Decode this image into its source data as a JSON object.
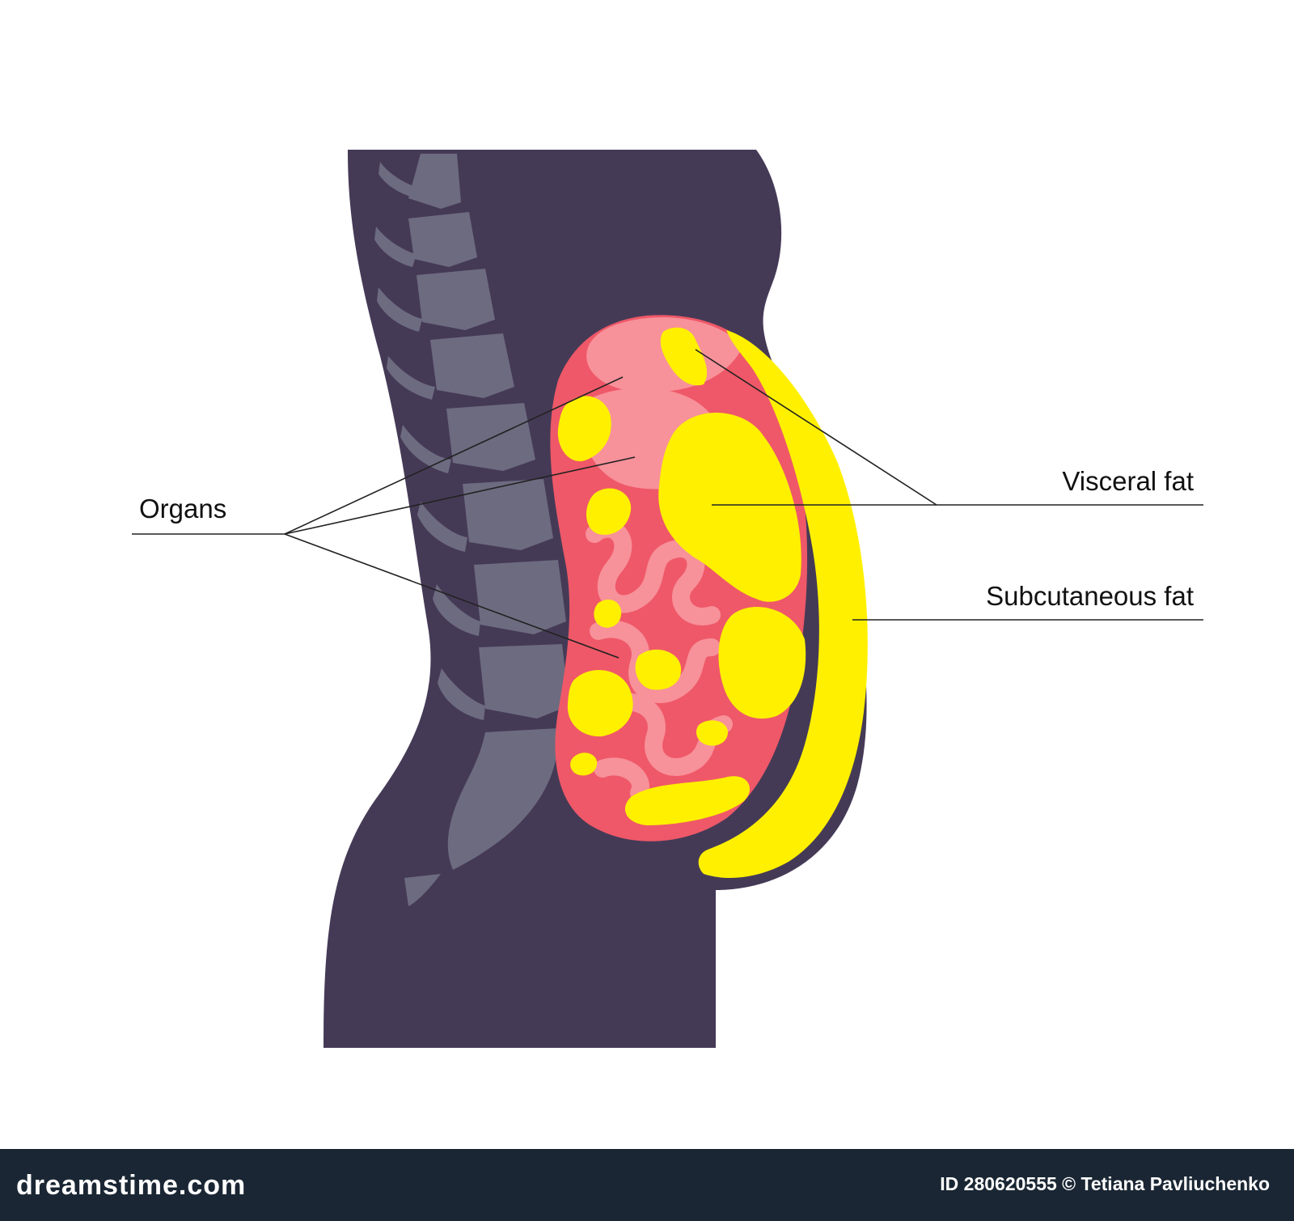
{
  "labels": {
    "organs": "Organs",
    "visceral_fat": "Visceral fat",
    "subcutaneous_fat": "Subcutaneous fat"
  },
  "footer": {
    "site": "dreamstime.com",
    "id_text": "ID 280620555",
    "copyright": "©",
    "author": "Tetiana Pavliuchenko"
  },
  "colors": {
    "body": "#453a56",
    "spine": "#6d6b80",
    "organ_outer": "#ef5868",
    "organ_inner": "#f7919a",
    "fat": "#fff000",
    "footer_bg": "#1a2633"
  }
}
